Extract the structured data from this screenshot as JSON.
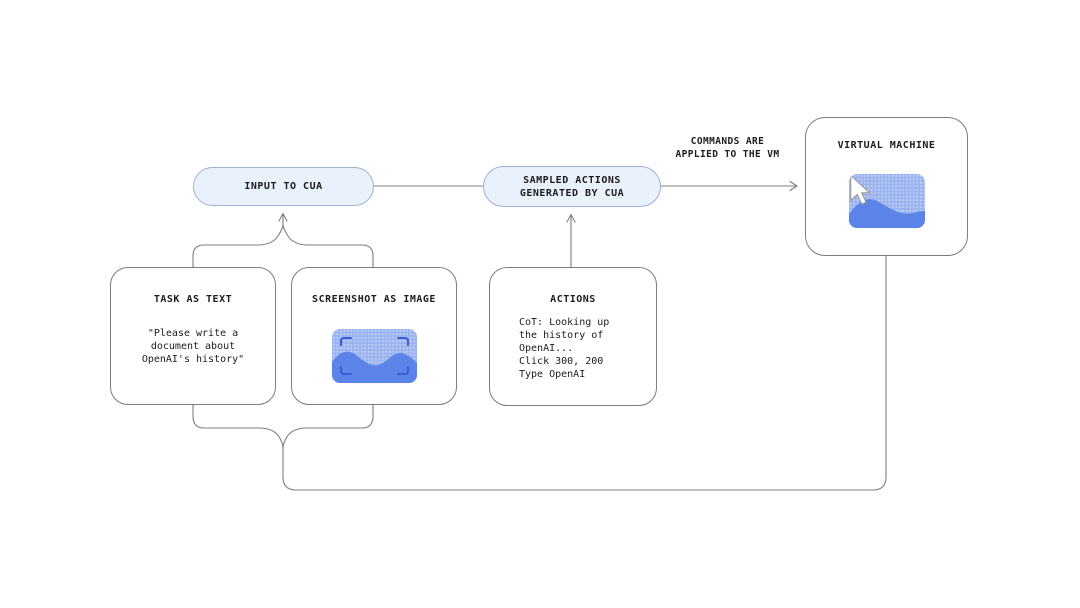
{
  "pills": {
    "input": {
      "label": "INPUT TO CUA"
    },
    "sampled": {
      "label": "SAMPLED ACTIONS\nGENERATED BY CUA"
    }
  },
  "edge_label": "COMMANDS ARE\nAPPLIED TO THE VM",
  "vm_box": {
    "title": "VIRTUAL MACHINE"
  },
  "task_box": {
    "title": "TASK AS TEXT",
    "body": "\"Please write a\ndocument about\nOpenAI's history\""
  },
  "screenshot_box": {
    "title": "SCREENSHOT AS IMAGE"
  },
  "actions_box": {
    "title": "ACTIONS",
    "body": "CoT: Looking up\nthe history of\nOpenAI...\nClick 300, 200\nType OpenAI"
  },
  "colors": {
    "pill_fill": "#e9f1fd",
    "pill_border": "#9fafd6",
    "box_border": "#7c7c7c",
    "wire_gray": "#7f7f7f",
    "text": "#1c1c1c",
    "image_base_blue": "#9cb5f0",
    "image_mountain_blue": "#5b83e8",
    "viewfinder_blue": "#3a5ed2",
    "cursor_fill": "#ffffff"
  }
}
